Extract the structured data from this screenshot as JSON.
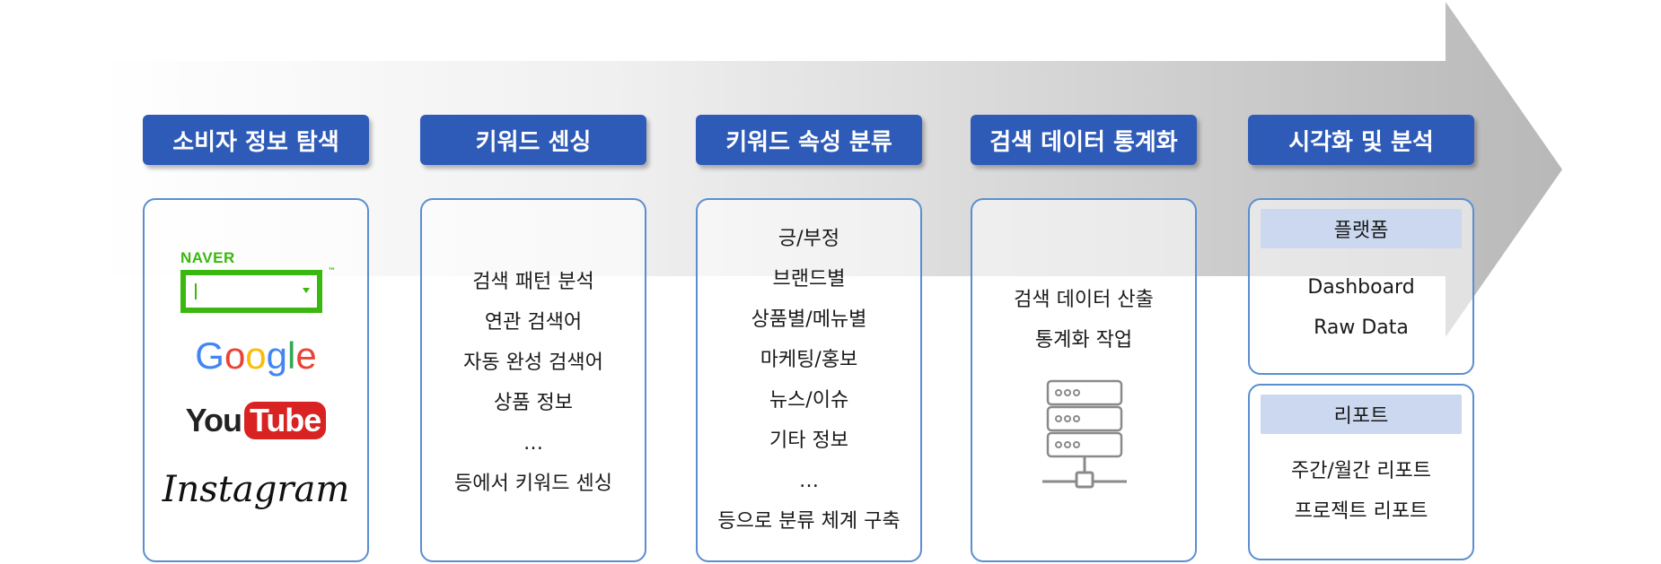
{
  "colors": {
    "header_bg": "#2f5bb8",
    "box_border": "#5b8ed0",
    "sub_title_bg": "#cbd8f0",
    "naver_green": "#3bb80f",
    "youtube_red": "#d92222"
  },
  "columns": [
    {
      "title": "소비자 정보 탐색"
    },
    {
      "title": "키워드 센싱",
      "lines": [
        "검색 패턴 분석",
        "연관 검색어",
        "자동 완성 검색어",
        "상품 정보",
        "…",
        "등에서 키워드 센싱"
      ]
    },
    {
      "title": "키워드 속성 분류",
      "lines": [
        "긍/부정",
        "브랜드별",
        "상품별/메뉴별",
        "마케팅/홍보",
        "뉴스/이슈",
        "기타 정보",
        "…",
        "등으로 분류 체계 구축"
      ]
    },
    {
      "title": "검색 데이터 통계화",
      "lines": [
        "검색 데이터 산출",
        "통계화 작업"
      ]
    },
    {
      "title": "시각화 및 분석"
    }
  ],
  "logos": {
    "naver": "NAVER",
    "naver_tm": "™",
    "google": [
      "G",
      "o",
      "o",
      "g",
      "l",
      "e"
    ],
    "google_colors": [
      "#4285f4",
      "#ea4335",
      "#fbbc05",
      "#4285f4",
      "#34a853",
      "#ea4335"
    ],
    "youtube_you": "You",
    "youtube_tube": "Tube",
    "instagram": "Instagram"
  },
  "icons": {
    "server": "server-rack-icon",
    "naver_dropdown": "dropdown-caret-icon"
  },
  "output": {
    "platform": {
      "title": "플랫폼",
      "items": [
        "Dashboard",
        "Raw Data"
      ]
    },
    "report": {
      "title": "리포트",
      "items": [
        "주간/월간 리포트",
        "프로젝트 리포트"
      ]
    }
  }
}
